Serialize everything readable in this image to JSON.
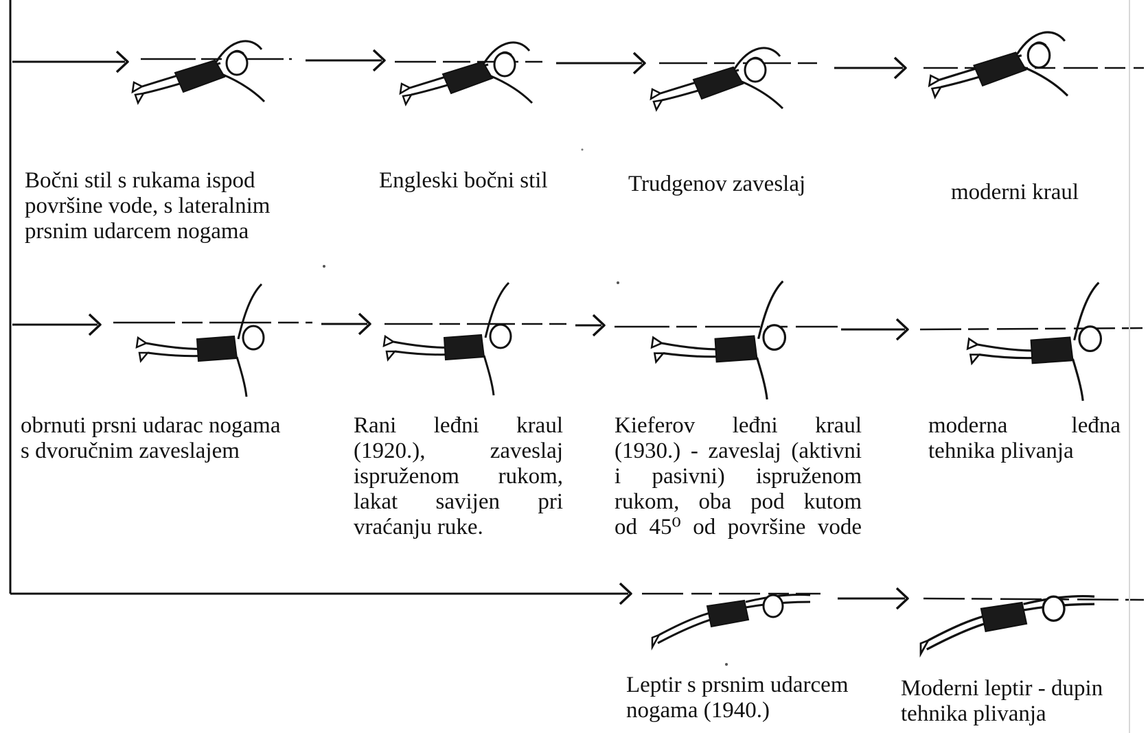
{
  "rows": [
    {
      "id": "sidestroke-to-crawl",
      "stages": [
        {
          "id": "bocni-stil",
          "caption_lines": [
            "Bočni stil s rukama ispod",
            "površine vode, s lateralnim",
            "prsnim udarcem nogama"
          ]
        },
        {
          "id": "engleski-bocni-stil",
          "caption_lines": [
            "Engleski bočni stil"
          ]
        },
        {
          "id": "trudgenov-zaveslaj",
          "caption_lines": [
            "Trudgenov zaveslaj"
          ]
        },
        {
          "id": "moderni-kraul",
          "caption_lines": [
            "moderni kraul"
          ]
        }
      ]
    },
    {
      "id": "backstroke",
      "stages": [
        {
          "id": "obrnuti-prsni",
          "caption_lines": [
            "obrnuti prsni udarac nogama",
            "s dvoručnim zaveslajem"
          ]
        },
        {
          "id": "rani-ledni-kraul",
          "caption_lines": [
            "Rani leđni kraul",
            "(1920.), zaveslaj",
            "ispruženom rukom,",
            "lakat savijen pri",
            "vraćanju ruke."
          ]
        },
        {
          "id": "kieferov-ledni-kraul",
          "caption_lines": [
            "Kieferov leđni kraul",
            "(1930.) - zaveslaj (aktivni",
            "i pasivni) ispruženom",
            "rukom, oba pod kutom",
            "od 45⁰ od površine vode"
          ]
        },
        {
          "id": "moderna-ledna",
          "caption_lines": [
            "moderna leđna",
            "tehnika plivanja"
          ]
        }
      ]
    },
    {
      "id": "butterfly",
      "stages": [
        {
          "id": "leptir-prsni",
          "caption_lines": [
            "Leptir s prsnim udarcem",
            "nogama (1940.)"
          ]
        },
        {
          "id": "moderni-leptir",
          "caption_lines": [
            "Moderni leptir - dupin",
            "tehnika plivanja"
          ]
        }
      ]
    }
  ],
  "style": {
    "ink": "#111111",
    "background": "#ffffff",
    "suit": "#1a1a1a"
  },
  "icons": [
    "swimmer-figure-icon",
    "arrowhead-icon"
  ]
}
